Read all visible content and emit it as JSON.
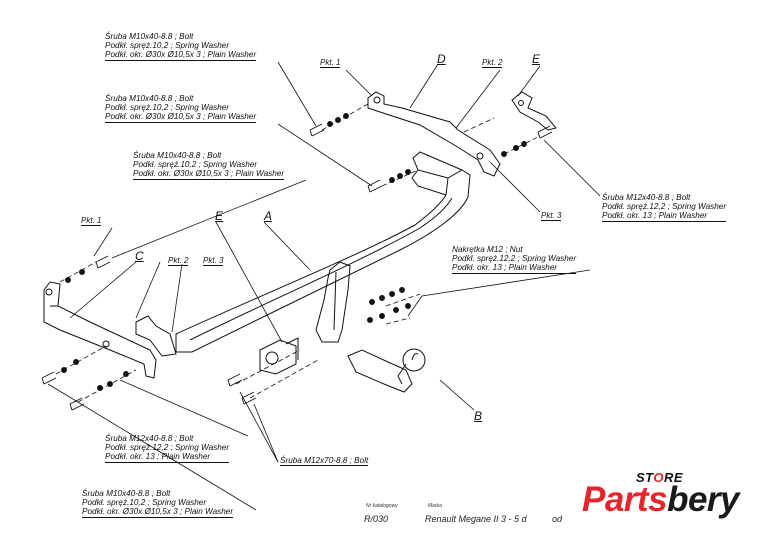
{
  "callouts": {
    "top1": [
      "Śruba M10x40-8.8 ;  Bolt",
      "Podkł. spręż.10,2 ; Spring Washer",
      "Podkł. okr.  Ø30x Ø10,5x 3 ; Plain Washer"
    ],
    "top2": [
      "Śruba M10x40-8.8 ;  Bolt",
      "Podkł. spręż.10,2 ; Spring Washer",
      "Podkł. okr.  Ø30x Ø10,5x 3 ; Plain Washer"
    ],
    "top3": [
      "Śruba M10x40-8.8 ;  Bolt",
      "Podkł. spręż.10,2 ; Spring Washer",
      "Podkł. okr.  Ø30x Ø10,5x 3 ; Plain Washer"
    ],
    "right_bolt": [
      "Śruba M12x40-8.8 ;  Bolt",
      "Podkł. spręż.12,2 ; Spring Washer",
      "Podkł. okr. 13 ; Plain Washer"
    ],
    "nut": [
      "Nakrętka  M12 ; Nut",
      "Podkł. spręż.12,2 ; Spring Washer",
      "Podkł. okr. 13 ; Plain Washer"
    ],
    "bottom_m12": [
      "Śruba M12x40-8.8 ;  Bolt",
      "Podkł. spręż.12,2 ; Spring Washer",
      "Podkł. okr. 13 ; Plain Washer"
    ],
    "bottom_m10": [
      "Śruba M10x40-8.8 ;  Bolt",
      "Podkł. spręż.10,2 ; Spring Washer",
      "Podkł. okr.  Ø30x Ø10,5x 3 ; Plain Washer"
    ],
    "m12x70": "Śruba M12x70-8.8 ;  Bolt"
  },
  "points": {
    "pkt1_top": "Pkt. 1",
    "pkt2_top": "Pkt. 2",
    "pkt3_right": "Pkt. 3",
    "pkt1_left": "Pkt. 1",
    "pkt2_left": "Pkt. 2",
    "pkt3_left": "Pkt. 3"
  },
  "letters": {
    "A": "A",
    "B": "B",
    "C": "C",
    "D": "D",
    "E_top": "E",
    "E_mid": "E"
  },
  "meta": {
    "catalog_label": "Nr katalogowy",
    "catalog_value": "R/030",
    "brand_label": "Marka",
    "brand_value": "Renault Megane II 3 - 5 d",
    "od_value": "od"
  },
  "logo": {
    "store_pre": "ST",
    "store_o": "O",
    "store_post": "RE",
    "parts_word": "Parts",
    "bery_word": "bery",
    "color_red": "#e3262b",
    "color_dark": "#1a1a1a"
  }
}
